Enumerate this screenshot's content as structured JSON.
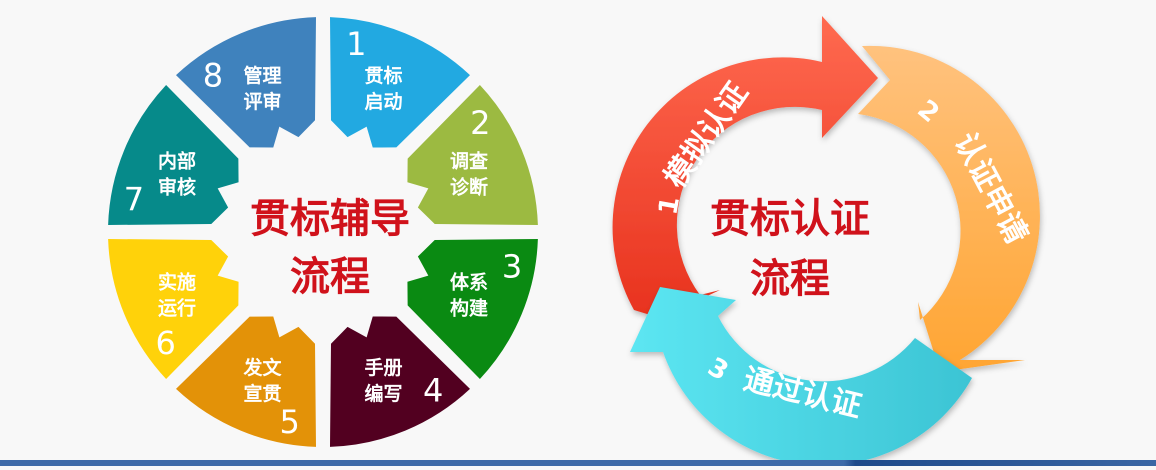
{
  "left_diagram": {
    "title_line1": "贯标辅导",
    "title_line2": "流程",
    "title_color": "#d0121b",
    "segments": [
      {
        "number": "1",
        "line1": "贯标",
        "line2": "启动",
        "color": "#22a9e1"
      },
      {
        "number": "2",
        "line1": "调查",
        "line2": "诊断",
        "color": "#9cba41"
      },
      {
        "number": "3",
        "line1": "体系",
        "line2": "构建",
        "color": "#0a8a12"
      },
      {
        "number": "4",
        "line1": "手册",
        "line2": "编写",
        "color": "#520020"
      },
      {
        "number": "5",
        "line1": "发文",
        "line2": "宣贯",
        "color": "#e39208"
      },
      {
        "number": "6",
        "line1": "实施",
        "line2": "运行",
        "color": "#ffd20a"
      },
      {
        "number": "7",
        "line1": "内部",
        "line2": "审核",
        "color": "#068a8a"
      },
      {
        "number": "8",
        "line1": "管理",
        "line2": "评审",
        "color": "#3f82bd"
      }
    ]
  },
  "right_diagram": {
    "title_line1": "贯标认证",
    "title_line2": "流程",
    "title_color": "#d0121b",
    "arrows": [
      {
        "number": "1",
        "label": "模拟认证",
        "color_start": "#ff6a50",
        "color_end": "#e8321e"
      },
      {
        "number": "2",
        "label": "认证申请",
        "color_start": "#ffc27e",
        "color_end": "#ffa532"
      },
      {
        "number": "3",
        "label": "通过认证",
        "color_start": "#5ce6f2",
        "color_end": "#3cc4d4"
      }
    ]
  },
  "footer": {
    "bar_color": "#3e6aa8"
  }
}
